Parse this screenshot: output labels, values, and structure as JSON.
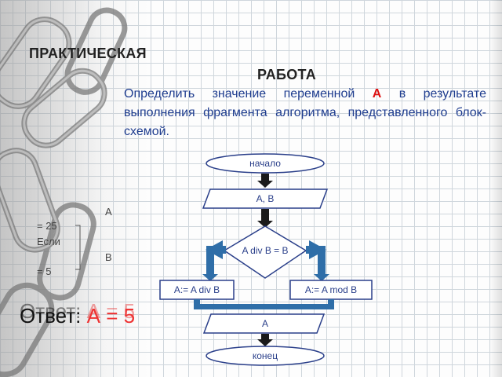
{
  "slide": {
    "title_line1": "ПРАКТИЧЕСКАЯ",
    "title_line2": "РАБОТА",
    "task_text_before": "Определить значение переменной ",
    "task_var": "А",
    "task_text_after": " в результате выполнения фрагмента алгоритма, представленного блок-схемой."
  },
  "flowchart": {
    "start": "начало",
    "input": "A, B",
    "condition": "A div B = B",
    "branch_left": "A:= A div B",
    "branch_right": "A:= A mod B",
    "output": "A",
    "end": "конец"
  },
  "given": {
    "a_label": "А",
    "a_value": "= 25",
    "if_word": "Если",
    "b_label": "В",
    "b_value": "= 5"
  },
  "answer": {
    "label": "Ответ:",
    "value": "А = 5"
  },
  "colors": {
    "shape_fill": "#ffffff",
    "shape_stroke": "#2a3f8a",
    "arrow_fill": "#2f6ea8",
    "task_text": "#1f3d8f",
    "highlight": "#dd1111"
  }
}
